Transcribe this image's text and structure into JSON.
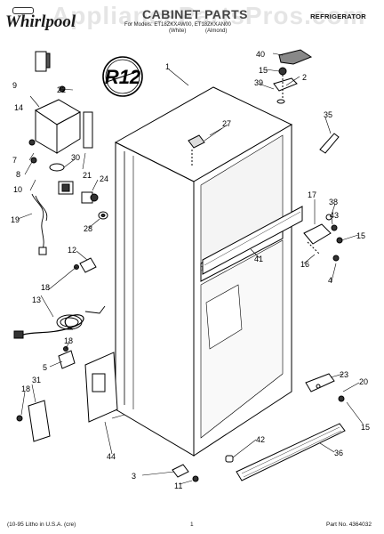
{
  "header": {
    "brand": "Whirlpool",
    "title": "CABINET PARTS",
    "product_type": "REFRIGERATOR",
    "model_line": "For Models: ET18ZKXAW00, ET18ZKXAN00",
    "variants": [
      "(White)",
      "(Almond)"
    ]
  },
  "watermark": "AppliancePartsPros.com",
  "badge": "R12",
  "callouts": {
    "c1": "1",
    "c2": "2",
    "c3": "3",
    "c4": "4",
    "c5": "5",
    "c7": "7",
    "c8": "8",
    "c9": "9",
    "c10": "10",
    "c11": "11",
    "c12": "12",
    "c13": "13",
    "c14": "14",
    "c15a": "15",
    "c15b": "15",
    "c15c": "15",
    "c16": "16",
    "c17": "17",
    "c18a": "18",
    "c18b": "18",
    "c18c": "18",
    "c19": "19",
    "c20": "20",
    "c21": "21",
    "c22": "22",
    "c23": "23",
    "c24": "24",
    "c27": "27",
    "c28": "28",
    "c30": "30",
    "c31": "31",
    "c35": "35",
    "c36": "36",
    "c38": "38",
    "c39": "39",
    "c40": "40",
    "c41": "41",
    "c42": "42",
    "c43": "43",
    "c44": "44"
  },
  "footer": {
    "litho": "(10-95 Litho in U.S.A. (cre)",
    "page": "1",
    "part_no": "Part No. 4364032"
  }
}
